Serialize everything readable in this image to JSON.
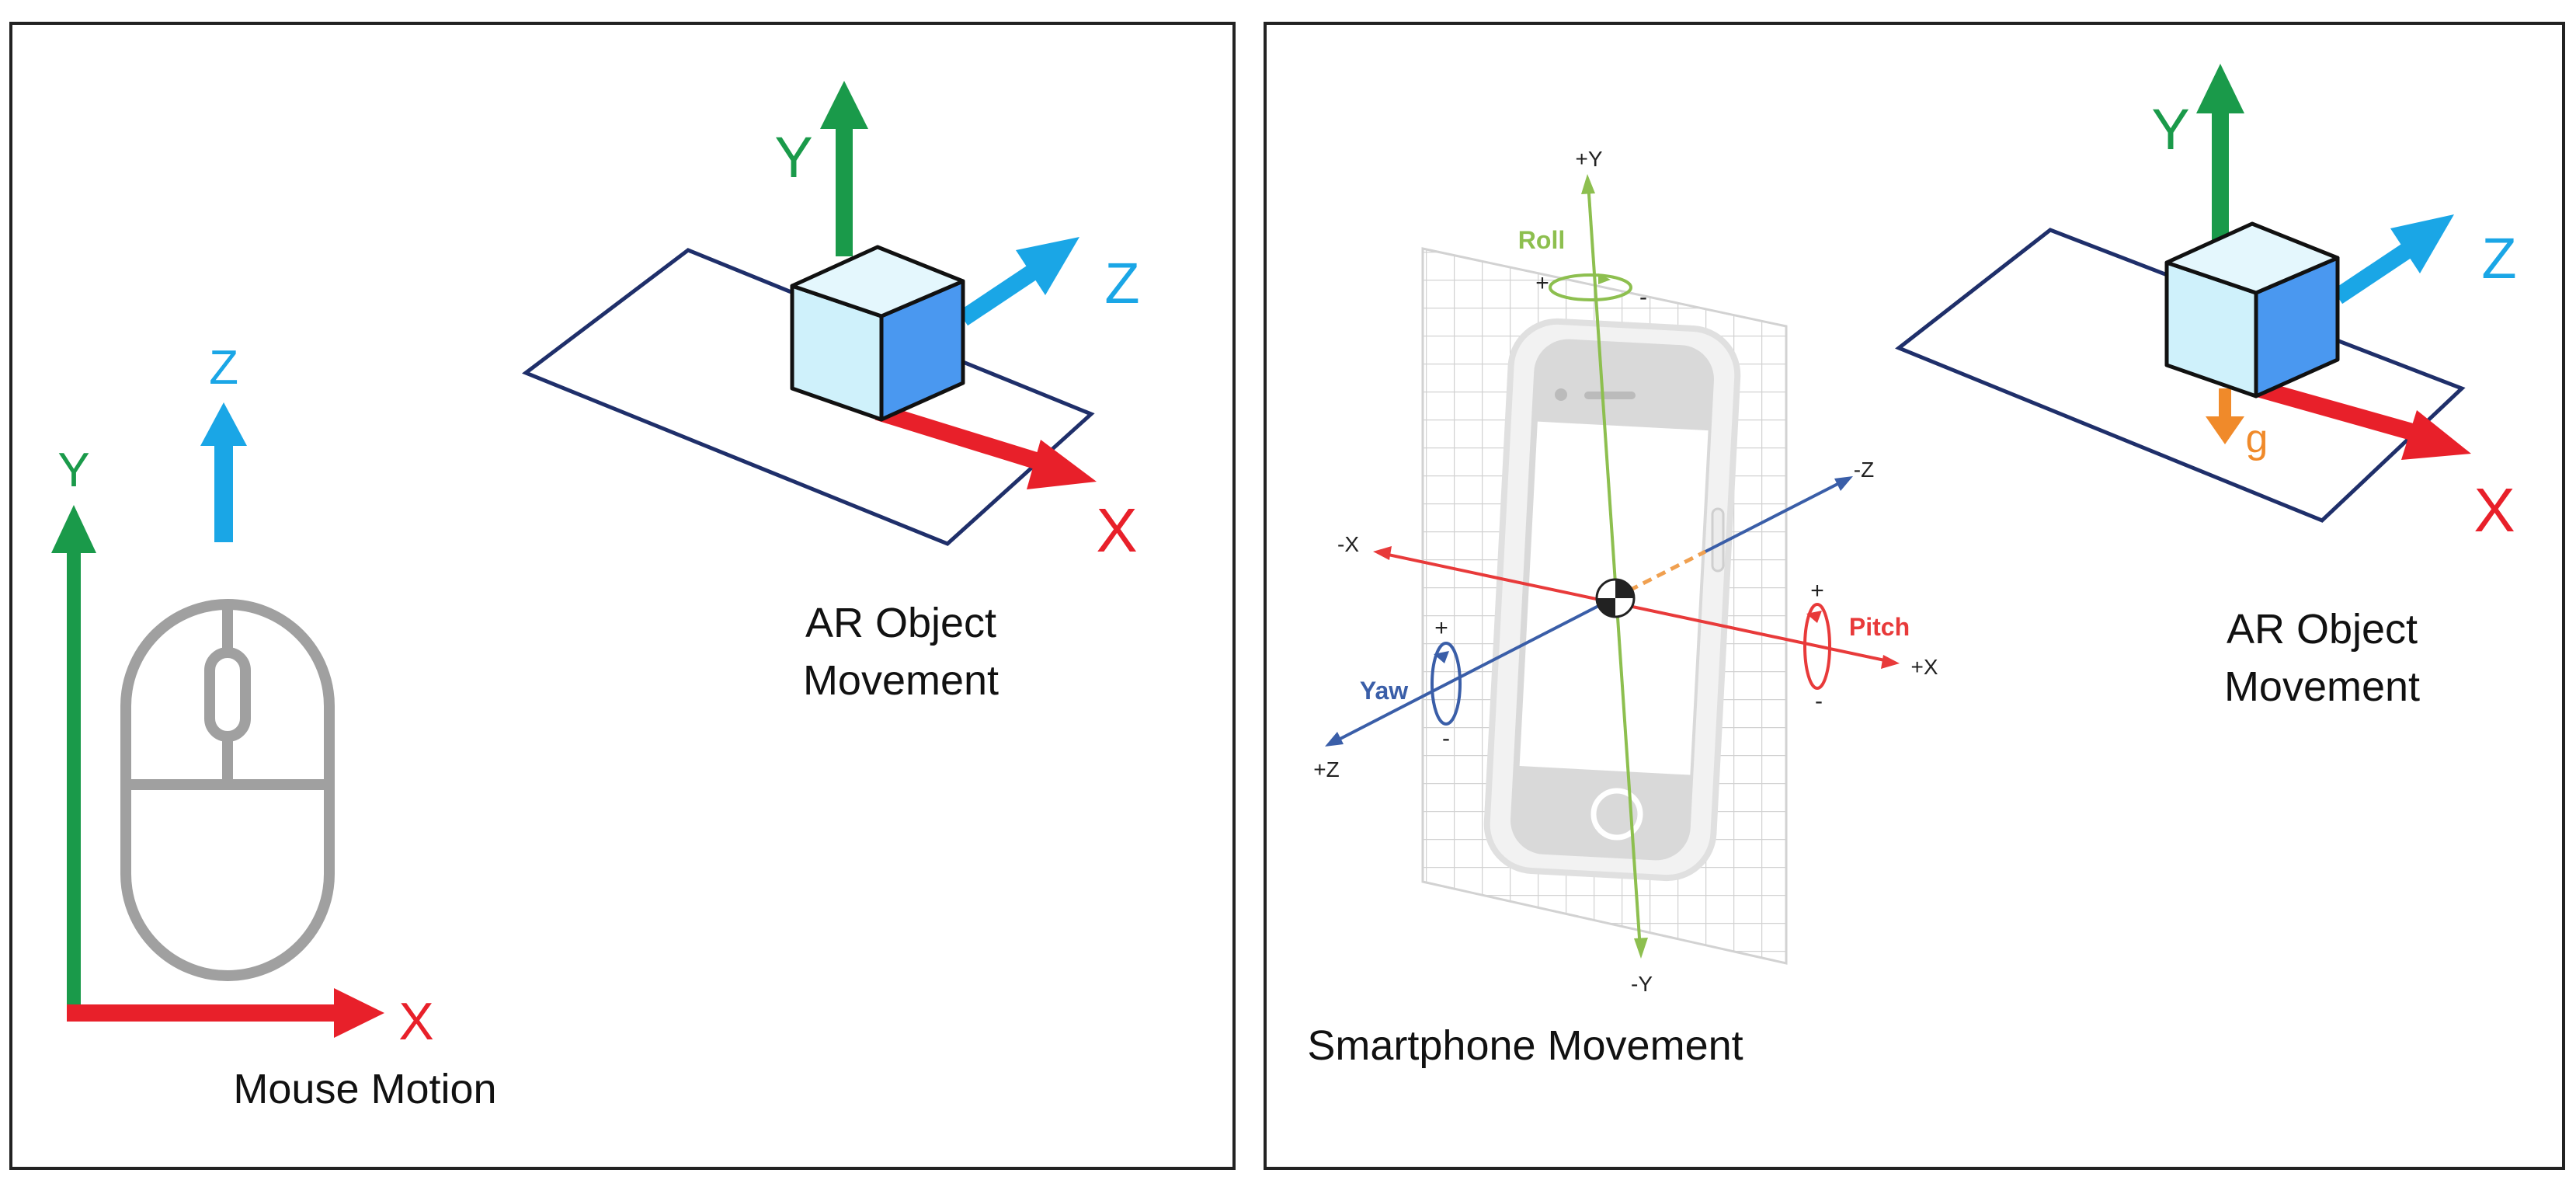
{
  "colors": {
    "green": "#1a9a4a",
    "blue": "#1aa6e6",
    "red": "#e8202a",
    "orange": "#f08a2a",
    "navy": "#1f2f6a",
    "mouse": "#a0a0a0",
    "grid": "#d2d2d2",
    "phone": "#d9d9d9",
    "roll": "#8dbf4f",
    "yaw": "#3a5ea8",
    "pitch": "#e83a3a",
    "cube_light": "#cff1fb",
    "cube_dark": "#4a98f0"
  },
  "left_panel": {
    "mouse": {
      "icon": "computer-mouse-icon",
      "axis_y": "Y",
      "axis_z": "Z",
      "axis_x": "X",
      "caption": "Mouse Motion"
    },
    "ar_object": {
      "icon": "cube-icon",
      "axis_y": "Y",
      "axis_z": "Z",
      "axis_x": "X",
      "caption_line1": "AR Object",
      "caption_line2": "Movement"
    }
  },
  "right_panel": {
    "smartphone": {
      "icon": "smartphone-icon",
      "plus_y": "+Y",
      "minus_y": "-Y",
      "plus_x": "+X",
      "minus_x": "-X",
      "plus_z": "+Z",
      "minus_z": "-Z",
      "roll": "Roll",
      "yaw": "Yaw",
      "pitch": "Pitch",
      "plus": "+",
      "minus": "-",
      "caption": "Smartphone Movement"
    },
    "ar_object": {
      "icon": "cube-icon",
      "axis_y": "Y",
      "axis_z": "Z",
      "axis_x": "X",
      "gravity": "g",
      "caption_line1": "AR Object",
      "caption_line2": "Movement"
    }
  }
}
